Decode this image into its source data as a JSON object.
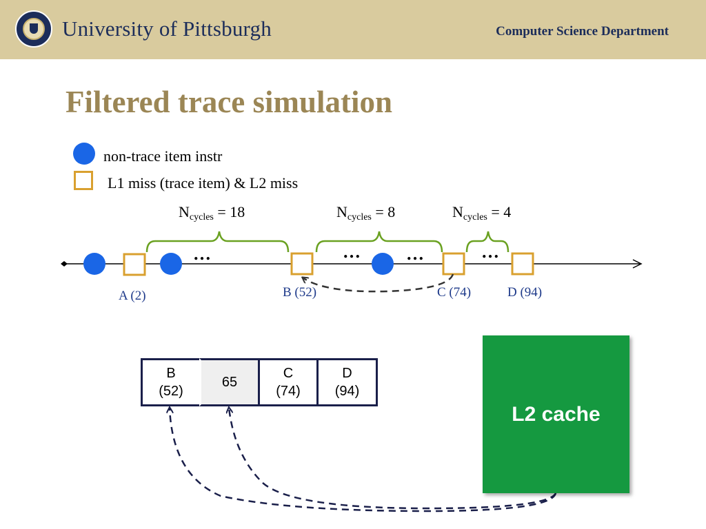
{
  "header": {
    "university": "University of Pittsburgh",
    "department": "Computer Science Department"
  },
  "title": "Filtered trace simulation",
  "legend": {
    "circle_label": "non-trace item instr",
    "square_label": "L1 miss (trace item) & L2 miss"
  },
  "ncycles": [
    {
      "base": "N",
      "sub": "cycles",
      "rest": " = 18"
    },
    {
      "base": "N",
      "sub": "cycles",
      "rest": " = 8"
    },
    {
      "base": "N",
      "sub": "cycles",
      "rest": " = 4"
    }
  ],
  "timeline": {
    "ellipsis": "…",
    "labels": [
      "A (2)",
      "B (52)",
      "C (74)",
      "D (94)"
    ]
  },
  "buffer": {
    "cells": [
      {
        "line1": "B",
        "line2": "(52)"
      },
      {
        "line1": "65",
        "line2": ""
      },
      {
        "line1": "C",
        "line2": "(74)"
      },
      {
        "line1": "D",
        "line2": "(94)"
      }
    ]
  },
  "l2": {
    "label": "L2 cache"
  },
  "colors": {
    "header_bg": "#d9cb9e",
    "navy": "#1c2d5a",
    "title_gold": "#9b8655",
    "instr_blue": "#1a66e6",
    "trace_orange": "#d9a02f",
    "brace_green": "#6aa121",
    "label_blue": "#1e3a8a",
    "l2_green": "#159940"
  }
}
